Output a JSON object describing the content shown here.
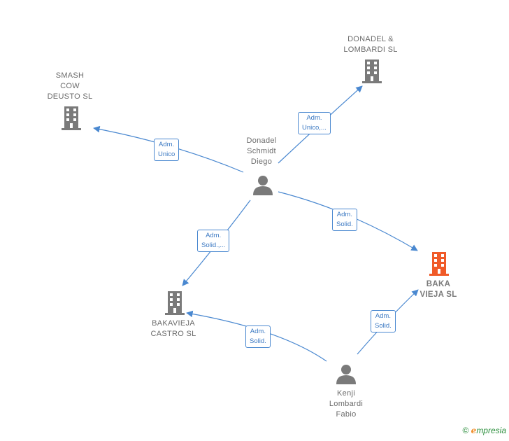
{
  "nodes": {
    "smash": {
      "label": "SMASH\nCOW\nDEUSTO  SL",
      "type": "company",
      "icon": "building-icon"
    },
    "donadel_lombardi": {
      "label": "DONADEL  &\nLOMBARDI  SL",
      "type": "company",
      "icon": "building-icon"
    },
    "donadel_diego": {
      "label": "Donadel\nSchmidt\nDiego",
      "type": "person",
      "icon": "person-icon"
    },
    "baka_vieja": {
      "label": "BAKA\nVIEJA  SL",
      "type": "company",
      "icon": "building-icon",
      "highlight_color": "#f05a28"
    },
    "bakavieja_castro": {
      "label": "BAKAVIEJA\nCASTRO  SL",
      "type": "company",
      "icon": "building-icon"
    },
    "kenji": {
      "label": "Kenji\nLombardi\nFabio",
      "type": "person",
      "icon": "person-icon"
    }
  },
  "edges": {
    "e1": "Adm.\nUnico",
    "e2": "Adm.\nUnico,...",
    "e3": "Adm.\nSolid.",
    "e4": "Adm.\nSolid.,...",
    "e5": "Adm.\nSolid.",
    "e6": "Adm.\nSolid."
  },
  "colors": {
    "edge": "#4a88d0",
    "node_icon": "#7a7a7a",
    "highlight": "#f05a28"
  },
  "footer": {
    "copyright": "©",
    "brand_initial": "e",
    "brand_rest": "mpresia"
  }
}
